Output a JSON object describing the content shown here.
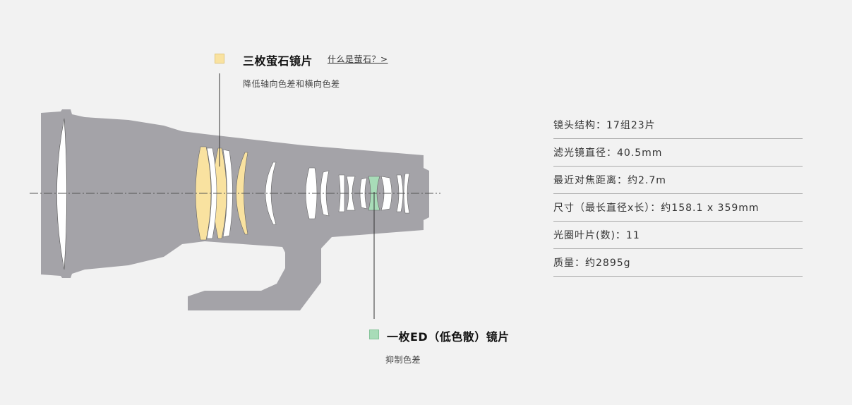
{
  "callouts": {
    "fluorite": {
      "title": "三枚萤石镜片",
      "link": "什么是萤石？>",
      "desc": "降低轴向色差和横向色差",
      "color": "#f9e2a0"
    },
    "ed": {
      "title": "一枚ED（低色散）镜片",
      "desc": "抑制色差",
      "color": "#a8dcb8"
    }
  },
  "diagram": {
    "body_color": "#a4a3a8",
    "lens_color": "#ffffff",
    "axis_color": "#555555"
  },
  "specs": [
    {
      "text": "镜头结构：17组23片"
    },
    {
      "text": "滤光镜直径：40.5mm"
    },
    {
      "text": "最近对焦距离：约2.7m"
    },
    {
      "text": "尺寸（最长直径x长）：约158.1 x 359mm"
    },
    {
      "text": "光圈叶片(数)：11"
    },
    {
      "text": "质量：约2895g"
    }
  ]
}
